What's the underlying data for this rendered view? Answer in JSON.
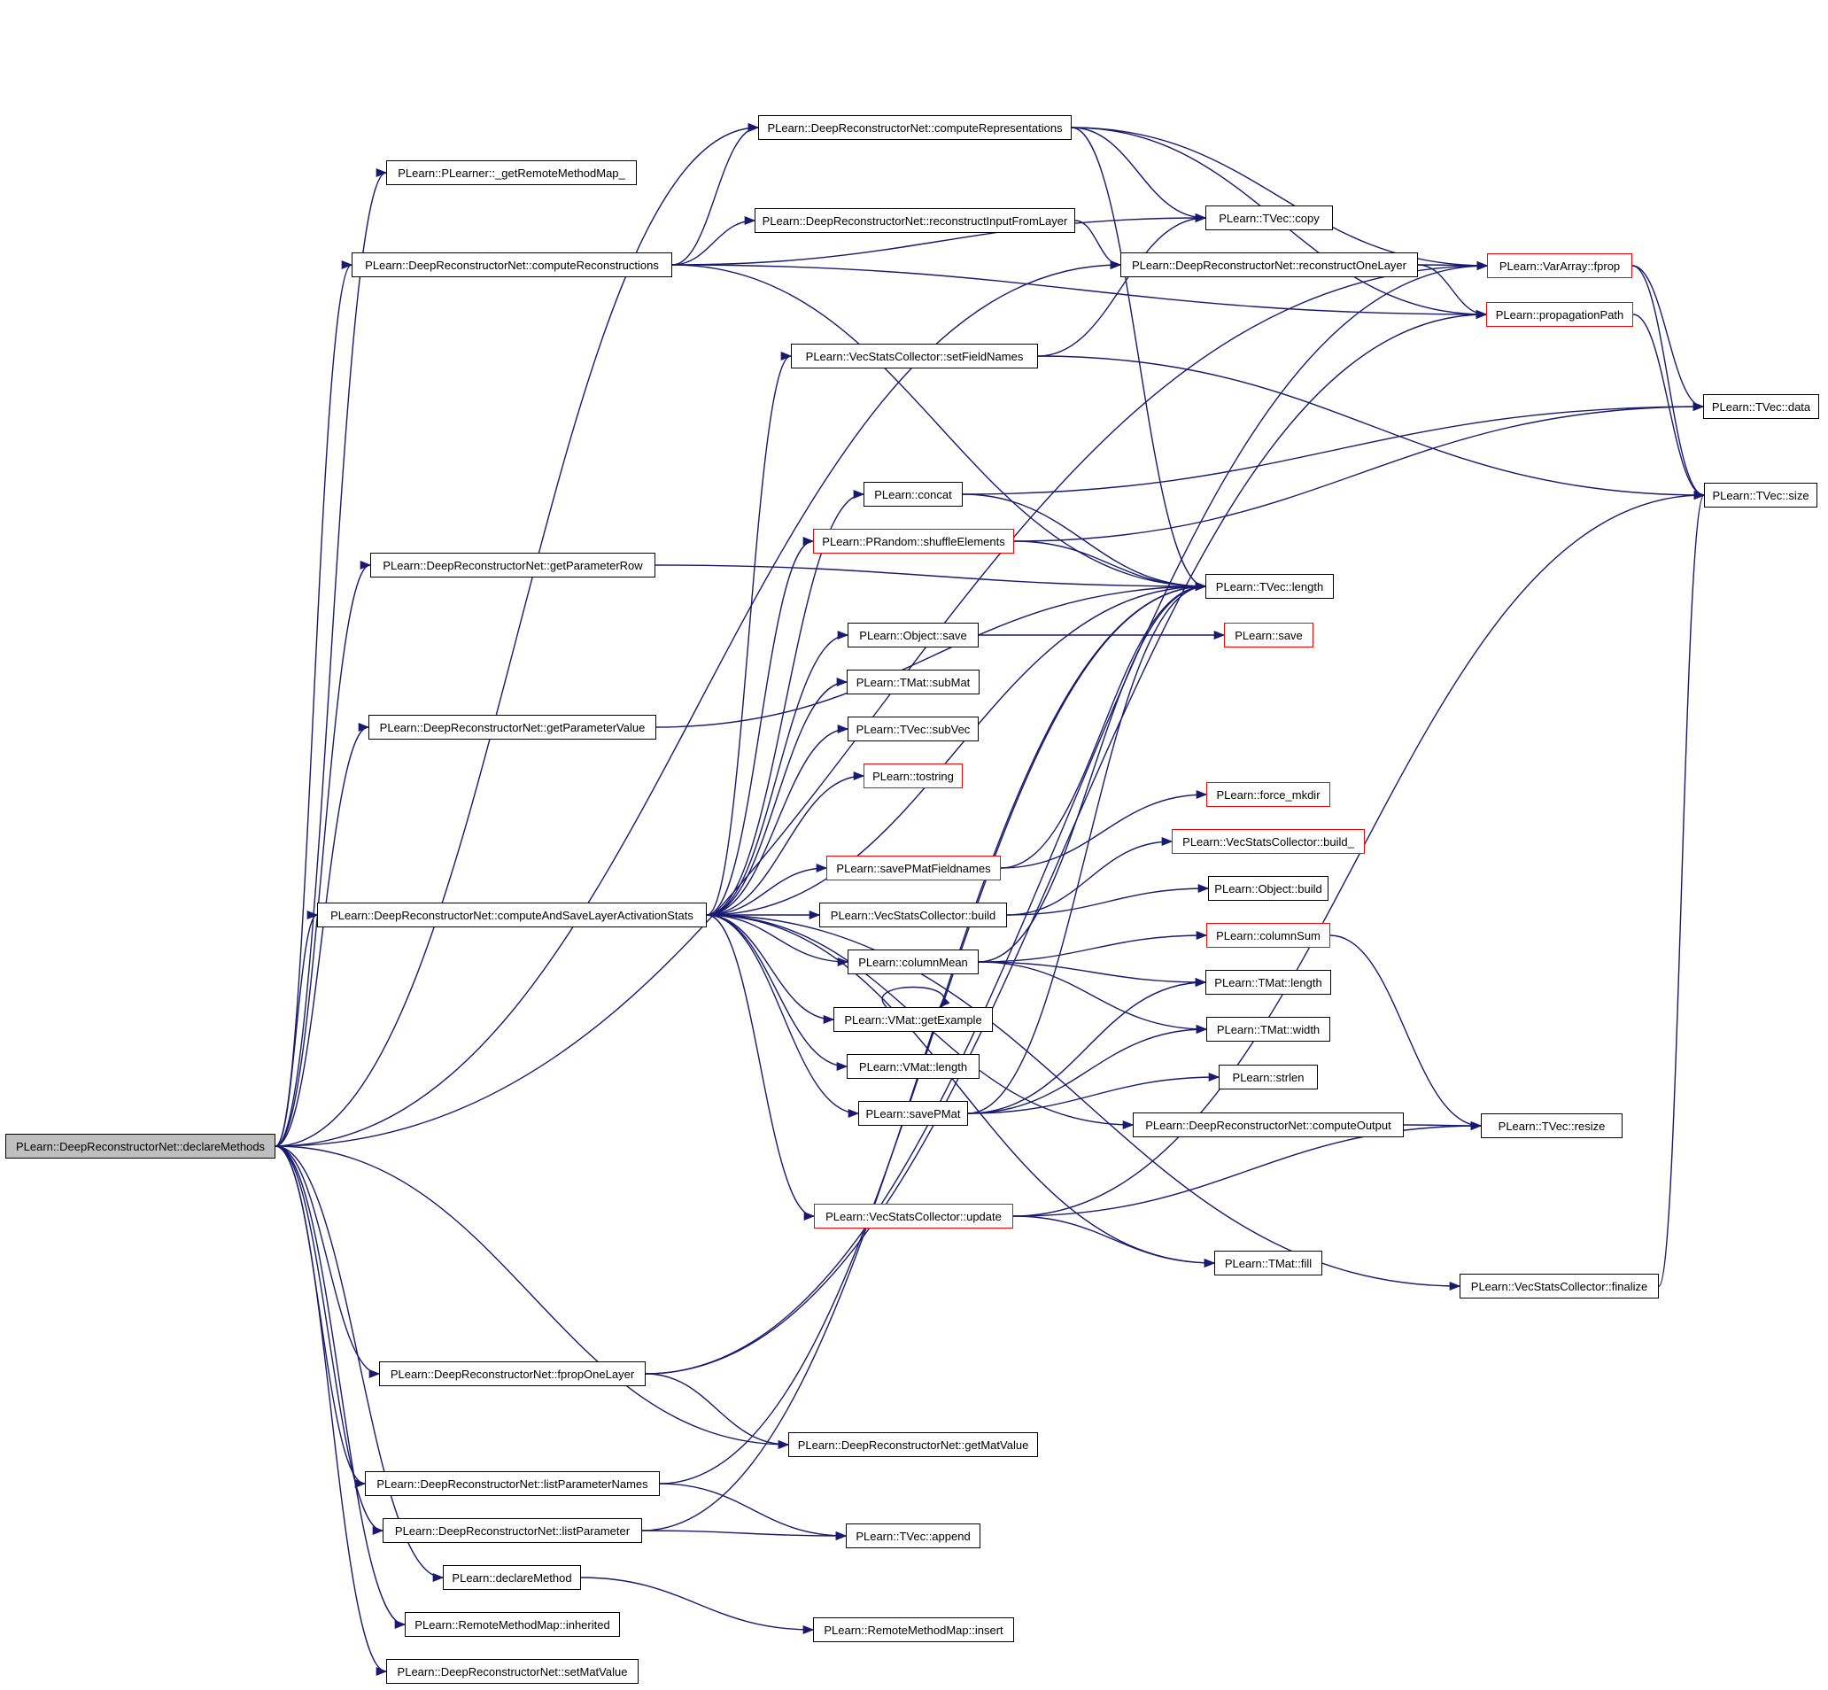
{
  "colors": {
    "edge": "#191970",
    "node_border": "#000000",
    "truncated_border": "#ff0000",
    "root_fill": "#bfbfbf",
    "background": "#ffffff"
  },
  "nodes": {
    "declareMethods": {
      "label": "PLearn::DeepReconstructorNet::declareMethods",
      "border": "black",
      "root": true
    },
    "getRemoteMethodMap": {
      "label": "PLearn::PLearner::_getRemoteMethodMap_",
      "border": "black"
    },
    "computeReconstructions": {
      "label": "PLearn::DeepReconstructorNet::computeReconstructions",
      "border": "black"
    },
    "getParameterRow": {
      "label": "PLearn::DeepReconstructorNet::getParameterRow",
      "border": "black"
    },
    "getParameterValue": {
      "label": "PLearn::DeepReconstructorNet::getParameterValue",
      "border": "black"
    },
    "computeAndSave": {
      "label": "PLearn::DeepReconstructorNet::computeAndSaveLayerActivationStats",
      "border": "black"
    },
    "fpropOneLayer": {
      "label": "PLearn::DeepReconstructorNet::fpropOneLayer",
      "border": "black"
    },
    "listParameterNames": {
      "label": "PLearn::DeepReconstructorNet::listParameterNames",
      "border": "black"
    },
    "listParameter": {
      "label": "PLearn::DeepReconstructorNet::listParameter",
      "border": "black"
    },
    "declareMethod": {
      "label": "PLearn::declareMethod",
      "border": "black"
    },
    "inherited": {
      "label": "PLearn::RemoteMethodMap::inherited",
      "border": "black"
    },
    "setMatValue": {
      "label": "PLearn::DeepReconstructorNet::setMatValue",
      "border": "black"
    },
    "computeRepresentations": {
      "label": "PLearn::DeepReconstructorNet::computeRepresentations",
      "border": "black"
    },
    "reconstructInputFromLayer": {
      "label": "PLearn::DeepReconstructorNet::reconstructInputFromLayer",
      "border": "black"
    },
    "setFieldNames": {
      "label": "PLearn::VecStatsCollector::setFieldNames",
      "border": "black"
    },
    "concat": {
      "label": "PLearn::concat",
      "border": "black"
    },
    "shuffleElements": {
      "label": "PLearn::PRandom::shuffleElements",
      "border": "red"
    },
    "objectSave": {
      "label": "PLearn::Object::save",
      "border": "black"
    },
    "subMat": {
      "label": "PLearn::TMat::subMat",
      "border": "black"
    },
    "subVec": {
      "label": "PLearn::TVec::subVec",
      "border": "black"
    },
    "tostring": {
      "label": "PLearn::tostring",
      "border": "red"
    },
    "savePMatFieldnames": {
      "label": "PLearn::savePMatFieldnames",
      "border": "red"
    },
    "vscBuild": {
      "label": "PLearn::VecStatsCollector::build",
      "border": "black"
    },
    "columnMean": {
      "label": "PLearn::columnMean",
      "border": "black"
    },
    "getExample": {
      "label": "PLearn::VMat::getExample",
      "border": "black"
    },
    "vmatLength": {
      "label": "PLearn::VMat::length",
      "border": "black"
    },
    "savePMat": {
      "label": "PLearn::savePMat",
      "border": "black"
    },
    "vscUpdate": {
      "label": "PLearn::VecStatsCollector::update",
      "border": "red"
    },
    "getMatValue": {
      "label": "PLearn::DeepReconstructorNet::getMatValue",
      "border": "black"
    },
    "append": {
      "label": "PLearn::TVec::append",
      "border": "black"
    },
    "rmmInsert": {
      "label": "PLearn::RemoteMethodMap::insert",
      "border": "black"
    },
    "tvecCopy": {
      "label": "PLearn::TVec::copy",
      "border": "black"
    },
    "reconstructOneLayer": {
      "label": "PLearn::DeepReconstructorNet::reconstructOneLayer",
      "border": "black"
    },
    "tvecLength": {
      "label": "PLearn::TVec::length",
      "border": "black"
    },
    "plearnSave": {
      "label": "PLearn::save",
      "border": "red"
    },
    "forceMkdir": {
      "label": "PLearn::force_mkdir",
      "border": "red"
    },
    "vscBuildUnderscore": {
      "label": "PLearn::VecStatsCollector::build_",
      "border": "red"
    },
    "objectBuild": {
      "label": "PLearn::Object::build",
      "border": "black"
    },
    "columnSum": {
      "label": "PLearn::columnSum",
      "border": "red"
    },
    "tmatLength": {
      "label": "PLearn::TMat::length",
      "border": "black"
    },
    "tmatWidth": {
      "label": "PLearn::TMat::width",
      "border": "black"
    },
    "strlen": {
      "label": "PLearn::strlen",
      "border": "black"
    },
    "computeOutput": {
      "label": "PLearn::DeepReconstructorNet::computeOutput",
      "border": "black"
    },
    "tmatFill": {
      "label": "PLearn::TMat::fill",
      "border": "black"
    },
    "varArrayFprop": {
      "label": "PLearn::VarArray::fprop",
      "border": "red"
    },
    "propagationPath": {
      "label": "PLearn::propagationPath",
      "border": "red"
    },
    "tvecResize": {
      "label": "PLearn::TVec::resize",
      "border": "black"
    },
    "vscFinalize": {
      "label": "PLearn::VecStatsCollector::finalize",
      "border": "black"
    },
    "tvecData": {
      "label": "PLearn::TVec::data",
      "border": "black"
    },
    "tvecSize": {
      "label": "PLearn::TVec::size",
      "border": "black"
    }
  },
  "edges": [
    [
      "declareMethods",
      "getRemoteMethodMap"
    ],
    [
      "declareMethods",
      "computeReconstructions"
    ],
    [
      "declareMethods",
      "getParameterRow"
    ],
    [
      "declareMethods",
      "getParameterValue"
    ],
    [
      "declareMethods",
      "computeAndSave"
    ],
    [
      "declareMethods",
      "fpropOneLayer"
    ],
    [
      "declareMethods",
      "listParameterNames"
    ],
    [
      "declareMethods",
      "listParameter"
    ],
    [
      "declareMethods",
      "declareMethod"
    ],
    [
      "declareMethods",
      "inherited"
    ],
    [
      "declareMethods",
      "setMatValue"
    ],
    [
      "declareMethods",
      "getMatValue"
    ],
    [
      "declareMethods",
      "reconstructOneLayer"
    ],
    [
      "declareMethods",
      "varArrayFprop"
    ],
    [
      "declareMethods",
      "computeRepresentations"
    ],
    [
      "computeReconstructions",
      "computeRepresentations"
    ],
    [
      "computeReconstructions",
      "reconstructInputFromLayer"
    ],
    [
      "computeReconstructions",
      "tvecCopy"
    ],
    [
      "computeReconstructions",
      "propagationPath"
    ],
    [
      "computeReconstructions",
      "tvecLength"
    ],
    [
      "computeRepresentations",
      "tvecCopy"
    ],
    [
      "computeRepresentations",
      "varArrayFprop"
    ],
    [
      "computeRepresentations",
      "propagationPath"
    ],
    [
      "computeRepresentations",
      "tvecLength"
    ],
    [
      "reconstructInputFromLayer",
      "reconstructOneLayer"
    ],
    [
      "reconstructOneLayer",
      "varArrayFprop"
    ],
    [
      "reconstructOneLayer",
      "propagationPath"
    ],
    [
      "setFieldNames",
      "tvecCopy"
    ],
    [
      "setFieldNames",
      "tvecSize"
    ],
    [
      "getParameterRow",
      "tvecLength"
    ],
    [
      "getParameterValue",
      "tvecLength"
    ],
    [
      "concat",
      "tvecData"
    ],
    [
      "concat",
      "tvecLength"
    ],
    [
      "shuffleElements",
      "tvecData"
    ],
    [
      "shuffleElements",
      "tvecLength"
    ],
    [
      "objectSave",
      "plearnSave"
    ],
    [
      "computeAndSave",
      "setFieldNames"
    ],
    [
      "computeAndSave",
      "concat"
    ],
    [
      "computeAndSave",
      "shuffleElements"
    ],
    [
      "computeAndSave",
      "objectSave"
    ],
    [
      "computeAndSave",
      "subMat"
    ],
    [
      "computeAndSave",
      "subVec"
    ],
    [
      "computeAndSave",
      "tostring"
    ],
    [
      "computeAndSave",
      "savePMatFieldnames"
    ],
    [
      "computeAndSave",
      "vscBuild"
    ],
    [
      "computeAndSave",
      "columnMean"
    ],
    [
      "computeAndSave",
      "getExample"
    ],
    [
      "computeAndSave",
      "vmatLength"
    ],
    [
      "computeAndSave",
      "savePMat"
    ],
    [
      "computeAndSave",
      "vscUpdate"
    ],
    [
      "computeAndSave",
      "tmatFill"
    ],
    [
      "computeAndSave",
      "computeOutput"
    ],
    [
      "computeAndSave",
      "vscFinalize"
    ],
    [
      "computeAndSave",
      "tvecLength"
    ],
    [
      "savePMatFieldnames",
      "forceMkdir"
    ],
    [
      "savePMatFieldnames",
      "tvecLength"
    ],
    [
      "vscBuild",
      "vscBuildUnderscore"
    ],
    [
      "vscBuild",
      "objectBuild"
    ],
    [
      "columnMean",
      "columnSum"
    ],
    [
      "columnMean",
      "tmatLength"
    ],
    [
      "columnMean",
      "tmatWidth"
    ],
    [
      "columnMean",
      "tvecLength"
    ],
    [
      "getExample",
      "getExample"
    ],
    [
      "savePMat",
      "strlen"
    ],
    [
      "savePMat",
      "tmatLength"
    ],
    [
      "savePMat",
      "tmatWidth"
    ],
    [
      "savePMat",
      "tvecLength"
    ],
    [
      "columnSum",
      "tvecResize"
    ],
    [
      "computeOutput",
      "tvecResize"
    ],
    [
      "vscUpdate",
      "tvecResize"
    ],
    [
      "vscUpdate",
      "tvecSize"
    ],
    [
      "vscUpdate",
      "tmatFill"
    ],
    [
      "vscFinalize",
      "tvecSize"
    ],
    [
      "fpropOneLayer",
      "getMatValue"
    ],
    [
      "fpropOneLayer",
      "varArrayFprop"
    ],
    [
      "fpropOneLayer",
      "propagationPath"
    ],
    [
      "listParameterNames",
      "append"
    ],
    [
      "listParameterNames",
      "tvecLength"
    ],
    [
      "listParameter",
      "append"
    ],
    [
      "listParameter",
      "tvecLength"
    ],
    [
      "declareMethod",
      "rmmInsert"
    ],
    [
      "varArrayFprop",
      "tvecData"
    ],
    [
      "varArrayFprop",
      "tvecSize"
    ],
    [
      "propagationPath",
      "tvecSize"
    ]
  ]
}
